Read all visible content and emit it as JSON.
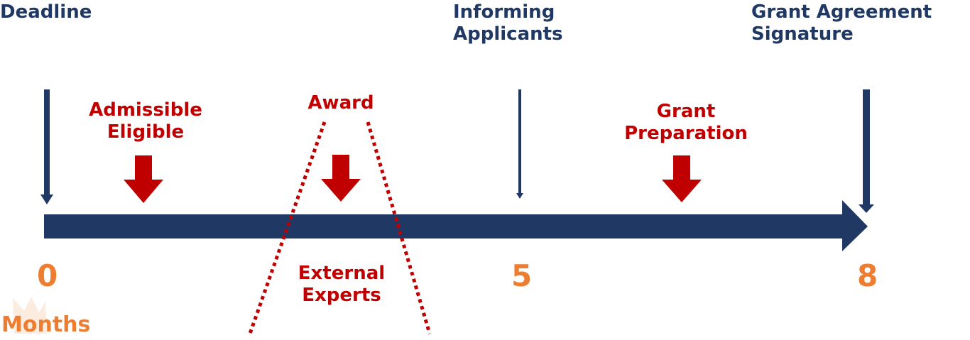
{
  "milestones": {
    "deadline": "Deadline",
    "informing": "Informing\nApplicants",
    "signature": "Grant Agreement\nSignature"
  },
  "phases": {
    "admissible": "Admissible\nEligible",
    "award": "Award",
    "external": "External\nExperts",
    "grant_prep": "Grant\nPreparation"
  },
  "scale": {
    "start": "0",
    "mid": "5",
    "end": "8",
    "unit": "Months"
  },
  "colors": {
    "navy": "#1f3864",
    "red": "#c00000",
    "orange": "#ed7d31"
  }
}
